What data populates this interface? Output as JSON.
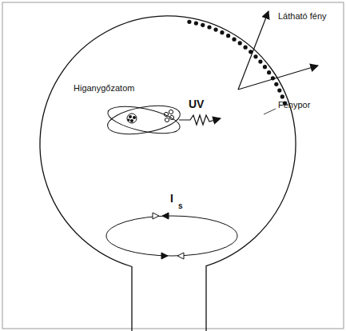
{
  "diagram": {
    "labels": [
      "Higanygőzatom",
      "UV",
      "Látható fény",
      "Fénypor",
      "I",
      "s"
    ]
  }
}
